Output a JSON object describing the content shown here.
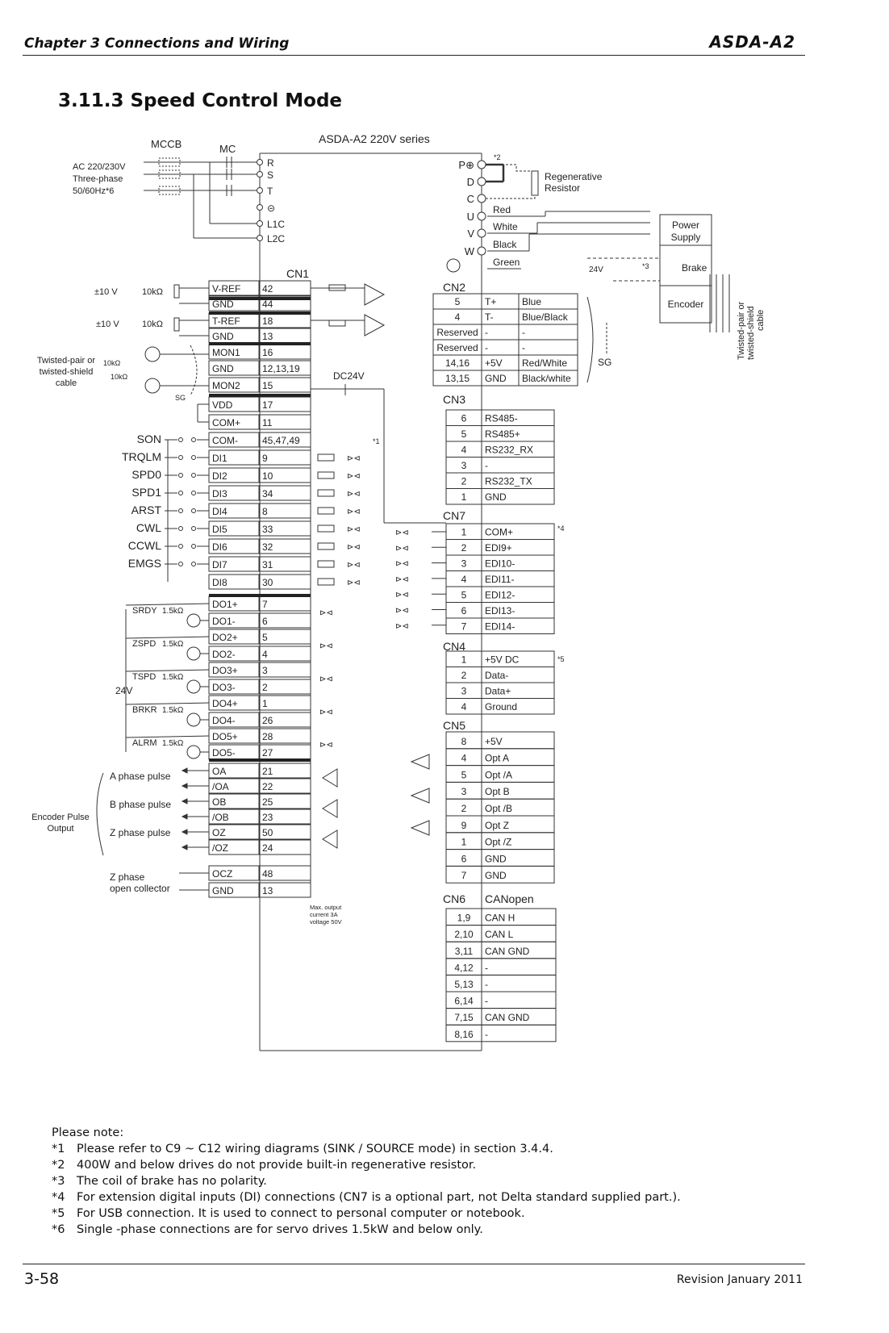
{
  "header": {
    "chapter": "Chapter 3  Connections and Wiring",
    "logo": "ASDA-A2"
  },
  "section_title": "3.11.3  Speed Control Mode",
  "diagram": {
    "series_title": "ASDA-A2 220V series",
    "power": {
      "mccb": "MCCB",
      "mc": "MC",
      "ac_input": [
        "AC 220/230V",
        "Three-phase",
        "50/60Hz*6"
      ],
      "terminals": [
        "R",
        "S",
        "T",
        "⊝",
        "L1C",
        "L2C"
      ],
      "right_terminals": [
        "P⊕",
        "D",
        "C",
        "U",
        "V",
        "W"
      ],
      "note2": "*2",
      "regen": [
        "Regenerative",
        "Resistor"
      ],
      "wire_colors": [
        "Red",
        "White",
        "Black",
        "Green"
      ],
      "power_supply": [
        "Power",
        "Supply"
      ],
      "brake": "Brake",
      "v24": "24V",
      "note3": "*3",
      "encoder": "Encoder",
      "twisted_right": [
        "Twisted-pair or",
        "twisted-shield",
        "cable"
      ],
      "sg": "SG"
    },
    "cn1": {
      "title": "CN1",
      "rows": [
        [
          "V-REF",
          "42"
        ],
        [
          "GND",
          "44"
        ],
        [
          "T-REF",
          "18"
        ],
        [
          "GND",
          "13"
        ],
        [
          "MON1",
          "16"
        ],
        [
          "GND",
          "12,13,19"
        ],
        [
          "MON2",
          "15"
        ],
        [
          "VDD",
          "17"
        ],
        [
          "COM+",
          "11"
        ],
        [
          "COM-",
          "45,47,49"
        ],
        [
          "DI1",
          "9"
        ],
        [
          "DI2",
          "10"
        ],
        [
          "DI3",
          "34"
        ],
        [
          "DI4",
          "8"
        ],
        [
          "DI5",
          "33"
        ],
        [
          "DI6",
          "32"
        ],
        [
          "DI7",
          "31"
        ],
        [
          "DI8",
          "30"
        ],
        [
          "DO1+",
          "7"
        ],
        [
          "DO1-",
          "6"
        ],
        [
          "DO2+",
          "5"
        ],
        [
          "DO2-",
          "4"
        ],
        [
          "DO3+",
          "3"
        ],
        [
          "DO3-",
          "2"
        ],
        [
          "DO4+",
          "1"
        ],
        [
          "DO4-",
          "26"
        ],
        [
          "DO5+",
          "28"
        ],
        [
          "DO5-",
          "27"
        ],
        [
          "OA",
          "21"
        ],
        [
          "/OA",
          "22"
        ],
        [
          "OB",
          "25"
        ],
        [
          "/OB",
          "23"
        ],
        [
          "OZ",
          "50"
        ],
        [
          "/OZ",
          "24"
        ],
        [
          "OCZ",
          "48"
        ],
        [
          "GND",
          "13"
        ]
      ],
      "analog_labels": [
        "±10 V",
        "10kΩ",
        "±10 V",
        "10kΩ"
      ],
      "twisted_left": [
        "Twisted-pair or",
        "twisted-shield",
        "cable"
      ],
      "mon_res": [
        "10kΩ",
        "10kΩ"
      ],
      "sg": "SG",
      "dc24v": "DC24V",
      "note1": "*1",
      "di_funcs": [
        "SON",
        "TRQLM",
        "SPD0",
        "SPD1",
        "ARST",
        "CWL",
        "CCWL",
        "EMGS"
      ],
      "do_funcs": [
        "SRDY",
        "ZSPD",
        "TSPD",
        "BRKR",
        "ALRM"
      ],
      "do_res": "1.5kΩ",
      "v24": "24V",
      "enc_out": [
        "A phase pulse",
        "B phase pulse",
        "Z phase pulse"
      ],
      "enc_pulse_label": [
        "Encoder Pulse",
        "Output"
      ],
      "z_oc": [
        "Z phase",
        "open collector"
      ],
      "max_output": [
        "Max. output",
        "current 3A",
        "voltage 50V"
      ]
    },
    "cn2": {
      "title": "CN2",
      "rows": [
        [
          "5",
          "T+",
          "Blue"
        ],
        [
          "4",
          "T-",
          "Blue/Black"
        ],
        [
          "Reserved",
          "-",
          "-"
        ],
        [
          "Reserved",
          "-",
          "-"
        ],
        [
          "14,16",
          "+5V",
          "Red/White"
        ],
        [
          "13,15",
          "GND",
          "Black/white"
        ]
      ]
    },
    "cn3": {
      "title": "CN3",
      "rows": [
        [
          "6",
          "RS485-"
        ],
        [
          "5",
          "RS485+"
        ],
        [
          "4",
          "RS232_RX"
        ],
        [
          "3",
          "-"
        ],
        [
          "2",
          "RS232_TX"
        ],
        [
          "1",
          "GND"
        ]
      ]
    },
    "cn7": {
      "title": "CN7",
      "note": "*4",
      "rows": [
        [
          "1",
          "COM+"
        ],
        [
          "2",
          "EDI9+"
        ],
        [
          "3",
          "EDI10-"
        ],
        [
          "4",
          "EDI11-"
        ],
        [
          "5",
          "EDI12-"
        ],
        [
          "6",
          "EDI13-"
        ],
        [
          "7",
          "EDI14-"
        ]
      ]
    },
    "cn4": {
      "title": "CN4",
      "note": "*5",
      "rows": [
        [
          "1",
          "+5V DC"
        ],
        [
          "2",
          "Data-"
        ],
        [
          "3",
          "Data+"
        ],
        [
          "4",
          "Ground"
        ]
      ]
    },
    "cn5": {
      "title": "CN5",
      "rows": [
        [
          "8",
          "+5V"
        ],
        [
          "4",
          "Opt A"
        ],
        [
          "5",
          "Opt /A"
        ],
        [
          "3",
          "Opt B"
        ],
        [
          "2",
          "Opt /B"
        ],
        [
          "9",
          "Opt Z"
        ],
        [
          "1",
          "Opt /Z"
        ],
        [
          "6",
          "GND"
        ],
        [
          "7",
          "GND"
        ]
      ]
    },
    "cn6": {
      "title": "CN6",
      "subtitle": "CANopen",
      "rows": [
        [
          "1,9",
          "CAN H"
        ],
        [
          "2,10",
          "CAN L"
        ],
        [
          "3,11",
          "CAN GND"
        ],
        [
          "4,12",
          "-"
        ],
        [
          "5,13",
          "-"
        ],
        [
          "6,14",
          "-"
        ],
        [
          "7,15",
          "CAN GND"
        ],
        [
          "8,16",
          "-"
        ]
      ]
    }
  },
  "notes": {
    "heading": "Please note:",
    "items": [
      {
        "num": "*1",
        "text": "Please refer to C9 ~ C12 wiring diagrams (SINK / SOURCE mode) in section 3.4.4."
      },
      {
        "num": "*2",
        "text": "400W and below drives do not provide built-in regenerative resistor."
      },
      {
        "num": "*3",
        "text": "The coil of brake has no polarity."
      },
      {
        "num": "*4",
        "text": "For extension digital inputs (DI) connections (CN7 is a optional part, not Delta standard supplied part.)."
      },
      {
        "num": "*5",
        "text": "For USB connection. It is used to connect to personal computer or notebook."
      },
      {
        "num": "*6",
        "text": "Single -phase connections are for servo drives 1.5kW and below only."
      }
    ]
  },
  "footer": {
    "page": "3-58",
    "revision": "Revision January 2011"
  }
}
